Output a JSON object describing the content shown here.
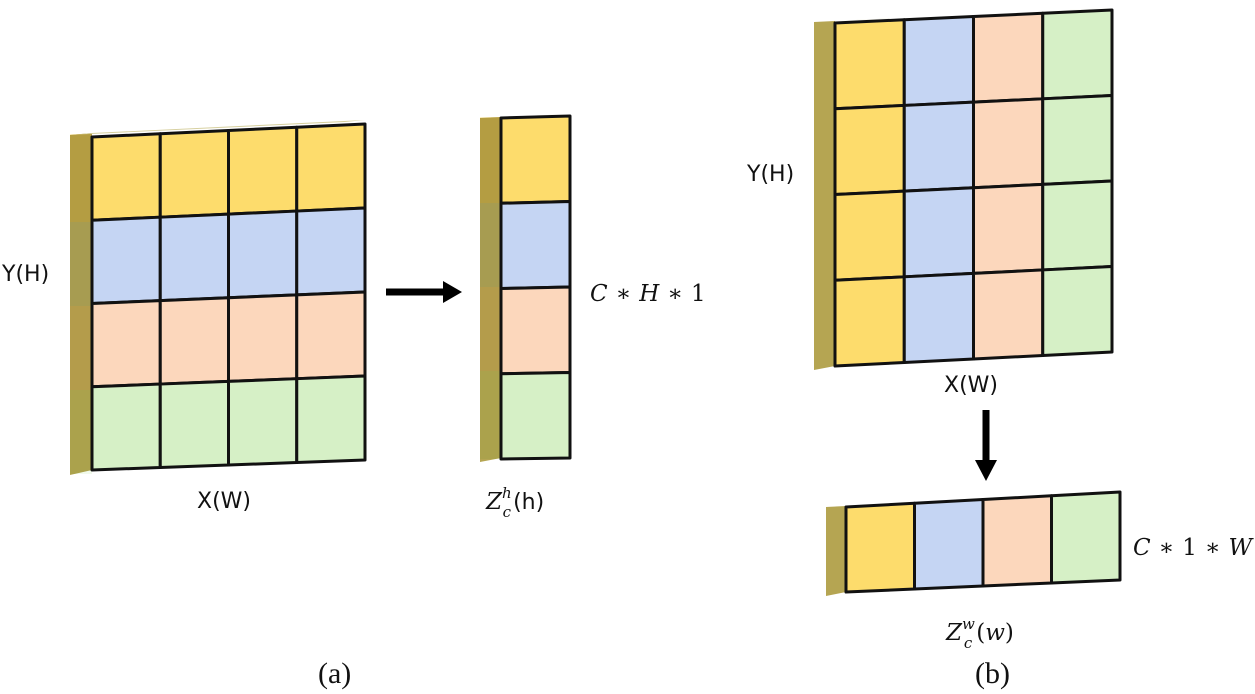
{
  "colors": {
    "yellow": "#fddc6c",
    "blue": "#c5d5f3",
    "peach": "#fcd7bc",
    "green": "#d6f0c6",
    "grid_line": "#111111",
    "side_face": "#b5a552",
    "top_face": "#d6cf9e"
  },
  "panel_a": {
    "y_label": "Y(H)",
    "x_label": "X(W)",
    "output_label_base": "Z",
    "output_label_sub": "c",
    "output_label_sup": "h",
    "output_label_arg": "(h)",
    "dims_C": "C",
    "dims_op1": "∗",
    "dims_H": "H",
    "dims_op2": "∗",
    "dims_1": "1",
    "caption": "(a)"
  },
  "panel_b": {
    "y_label": "Y(H)",
    "x_label": "X(W)",
    "output_label_base": "Z",
    "output_label_sub": "c",
    "output_label_sup": "w",
    "output_label_arg_open": "(",
    "output_label_arg": "w",
    "output_label_arg_close": ")",
    "dims_C": "C",
    "dims_op1": "∗",
    "dims_1": "1",
    "dims_op2": "∗",
    "dims_W": "W",
    "caption": "(b)"
  }
}
